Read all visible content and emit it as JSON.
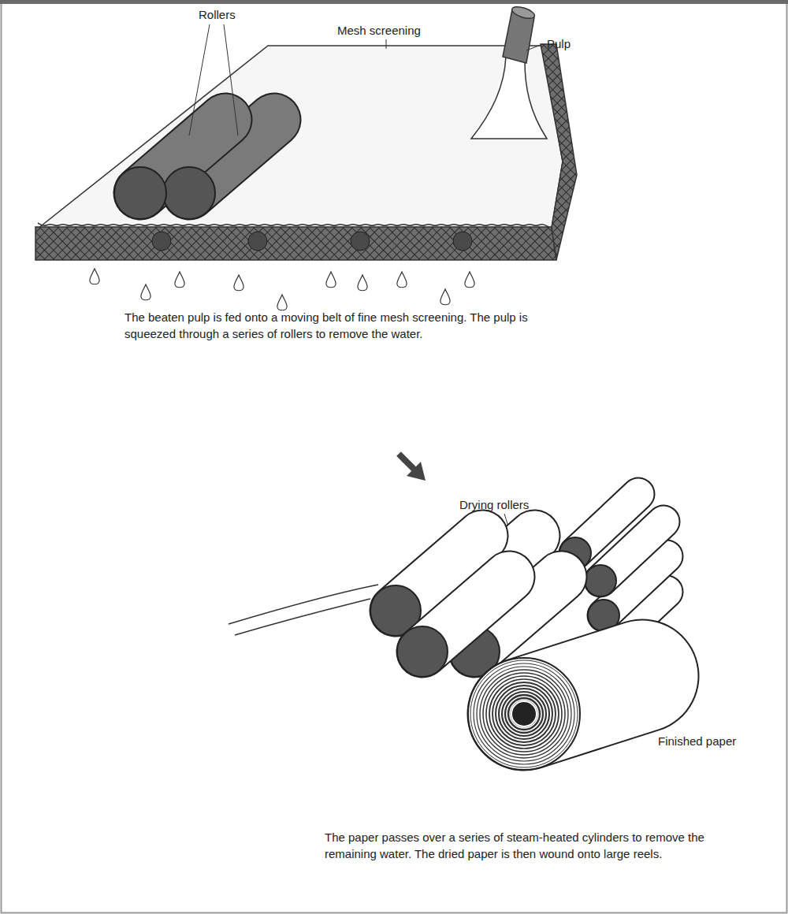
{
  "diagram": {
    "labels": [
      "Rollers",
      "Mesh screening",
      "Pulp",
      "The beaten pulp is fed onto a moving belt of fine mesh screening. The pulp is squeezed through a series of rollers to remove the water.",
      "Drying rollers",
      "Finished paper",
      "The paper passes over a series of steam-heated cylinders to remove the remaining water. The dried paper is then wound onto large reels."
    ]
  }
}
